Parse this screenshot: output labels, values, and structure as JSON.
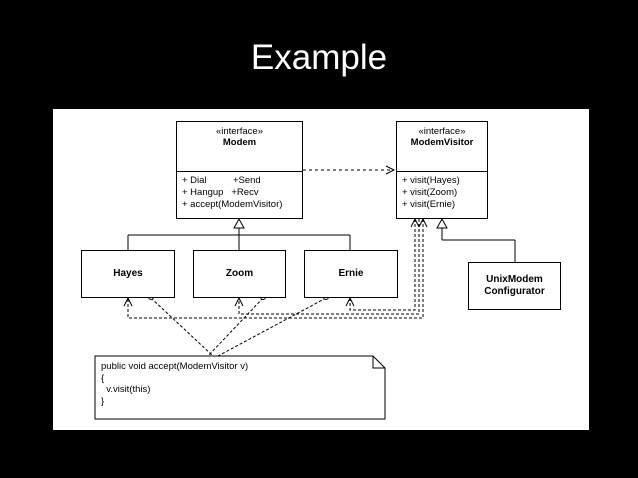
{
  "slide": {
    "title": "Example"
  },
  "modem": {
    "stereotype": "«interface»",
    "name": "Modem",
    "ops": [
      "+ Dial          +Send",
      "+ Hangup   +Recv",
      "+ accept(ModemVisitor)"
    ]
  },
  "visitor": {
    "stereotype": "«interface»",
    "name": "ModemVisitor",
    "ops": [
      "+ visit(Hayes)",
      "+ visit(Zoom)",
      "+ visit(Ernie)"
    ]
  },
  "hayes": {
    "name": "Hayes"
  },
  "zoom": {
    "name": "Zoom"
  },
  "ernie": {
    "name": "Ernie"
  },
  "unix": {
    "name_line1": "UnixModem",
    "name_line2": "Configurator"
  },
  "note": {
    "lines": [
      "public void accept(ModemVisitor v)",
      "{",
      "  v.visit(this)",
      "}"
    ]
  }
}
